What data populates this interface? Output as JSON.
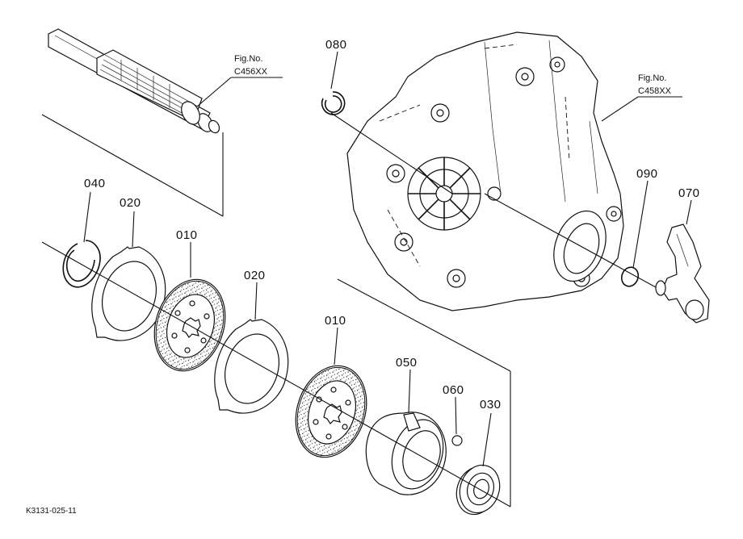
{
  "callouts": [
    {
      "id": "010a",
      "label": "010"
    },
    {
      "id": "010b",
      "label": "010"
    },
    {
      "id": "020a",
      "label": "020"
    },
    {
      "id": "020b",
      "label": "020"
    },
    {
      "id": "030",
      "label": "030"
    },
    {
      "id": "040",
      "label": "040"
    },
    {
      "id": "050",
      "label": "050"
    },
    {
      "id": "060",
      "label": "060"
    },
    {
      "id": "070",
      "label": "070"
    },
    {
      "id": "080",
      "label": "080"
    },
    {
      "id": "090",
      "label": "090"
    }
  ],
  "figure_refs": [
    {
      "line1": "Fig.No.",
      "line2": "C456XX"
    },
    {
      "line1": "Fig.No.",
      "line2": "C458XX"
    }
  ],
  "drawing_code": "K3131-025-11",
  "colors": {
    "ink": "#111111",
    "paper": "#ffffff"
  }
}
